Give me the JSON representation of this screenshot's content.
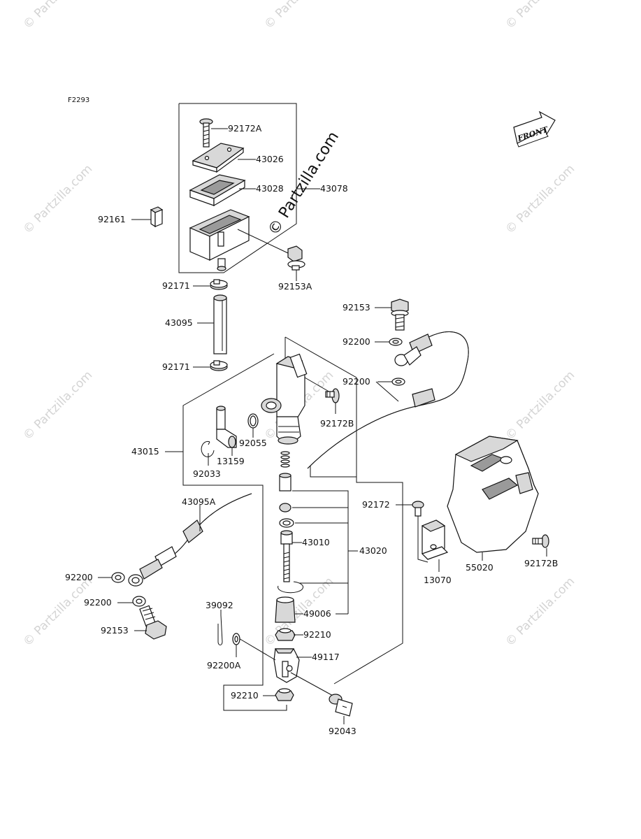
{
  "diagram_code": "F2293",
  "front_label": "FRONT",
  "watermark_main": "© Partzilla.com",
  "watermark_tile": "© Partzilla.com",
  "labels": {
    "p92172A": "92172A",
    "p43026": "43026",
    "p43028": "43028",
    "p43078": "43078",
    "p92161": "92161",
    "p92153A": "92153A",
    "p92171_top": "92171",
    "p43095": "43095",
    "p92171_bot": "92171",
    "p92153_top": "92153",
    "p92200_a": "92200",
    "p92200_b": "92200",
    "p92172B_left": "92172B",
    "p92055": "92055",
    "p43015": "43015",
    "p13159": "13159",
    "p92033": "92033",
    "p92172": "92172",
    "p43095A": "43095A",
    "p43010": "43010",
    "p43020": "43020",
    "p55020": "55020",
    "p92172B_right": "92172B",
    "p13070": "13070",
    "p92200_c": "92200",
    "p92200_d": "92200",
    "p39092": "39092",
    "p49006": "49006",
    "p92153_bot": "92153",
    "p92210_a": "92210",
    "p49117": "49117",
    "p92200A": "92200A",
    "p92210_b": "92210",
    "p92043": "92043"
  }
}
